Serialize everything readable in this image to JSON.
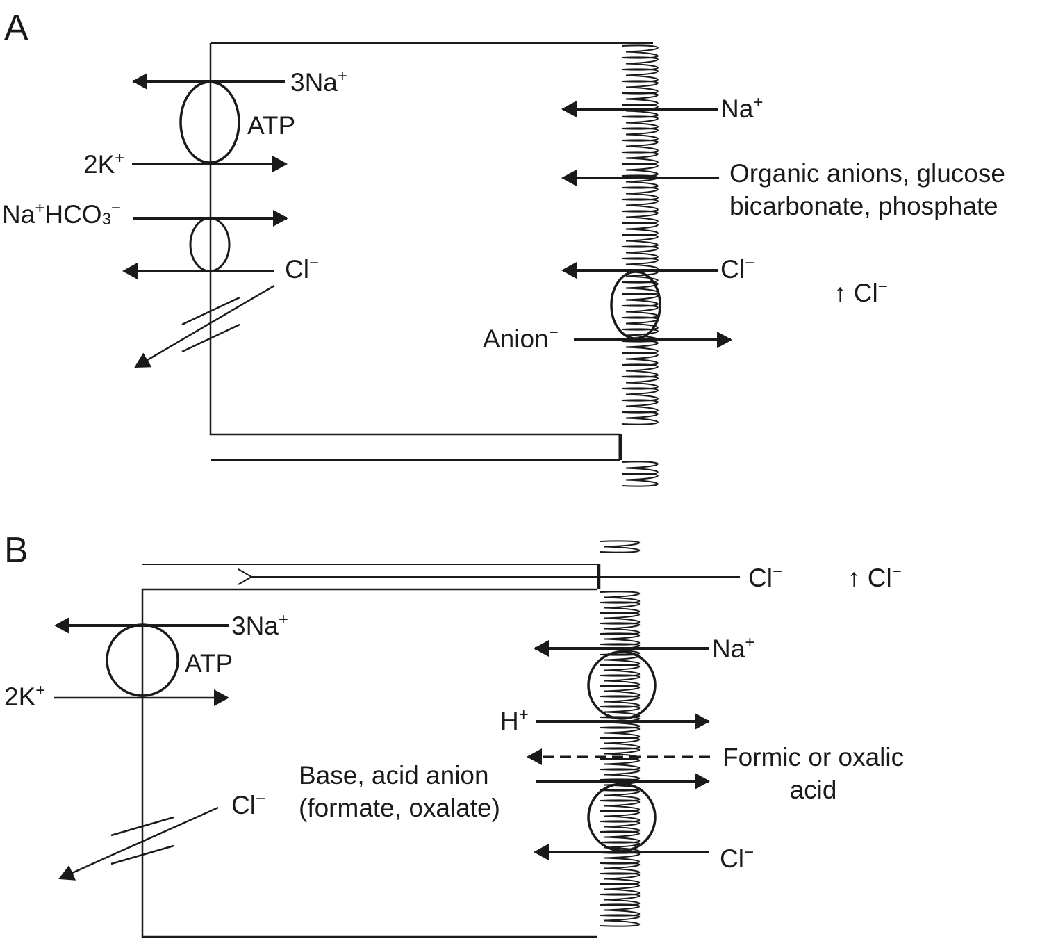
{
  "panel_a": {
    "panel_label": "A",
    "basolateral": {
      "na": "3Na",
      "na_charge": "+",
      "atp": "ATP",
      "k": "2K",
      "k_charge": "+",
      "cotransport_na": "Na",
      "cotransport_na_charge": "+",
      "hco3": "HCO",
      "hco3_sub": "3",
      "hco3_charge": "−",
      "cl": "Cl",
      "cl_charge": "−"
    },
    "apical": {
      "na": "Na",
      "na_charge": "+",
      "organic_line1": "Organic anions, glucose",
      "organic_line2": "bicarbonate, phosphate",
      "cl": "Cl",
      "cl_charge": "−",
      "anion": "Anion",
      "anion_charge": "−"
    },
    "lumen_cl_increase": "↑ Cl",
    "lumen_cl_charge": "−"
  },
  "panel_b": {
    "panel_label": "B",
    "paracellular_cl": "Cl",
    "paracellular_cl_charge": "−",
    "lumen_cl_increase": "↑ Cl",
    "lumen_cl_charge": "−",
    "basolateral": {
      "na": "3Na",
      "na_charge": "+",
      "atp": "ATP",
      "k": "2K",
      "k_charge": "+",
      "cl": "Cl",
      "cl_charge": "−"
    },
    "apical": {
      "na": "Na",
      "na_charge": "+",
      "h": "H",
      "h_charge": "+",
      "acid_line1": "Formic or oxalic",
      "acid_line2": "acid",
      "base_line1": "Base, acid anion",
      "base_line2": "(formate, oxalate)",
      "cl": "Cl",
      "cl_charge": "−"
    }
  }
}
